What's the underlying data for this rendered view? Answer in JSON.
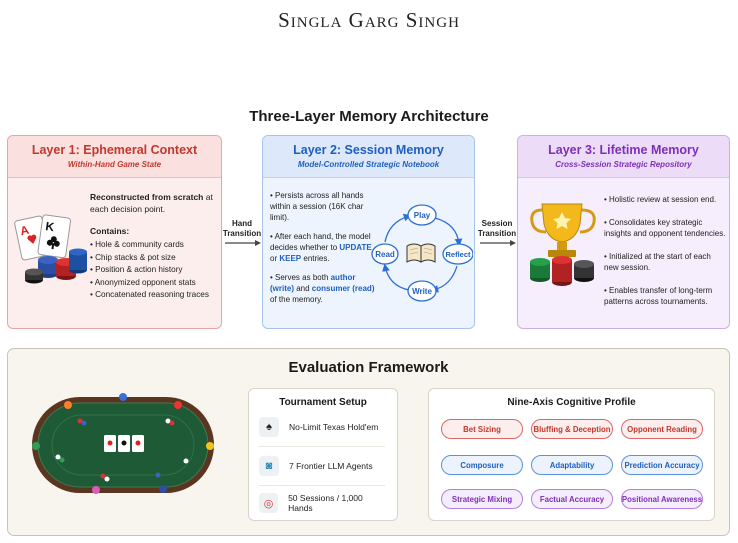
{
  "header": {
    "authors": "Singla Garg Singh"
  },
  "title": "Three-Layer Memory Architecture",
  "layer1": {
    "title": "Layer 1: Ephemeral Context",
    "subtitle": "Within-Hand Game State",
    "intro_bold": "Reconstructed from scratch",
    "intro_rest": " at each decision point.",
    "contains_label": "Contains:",
    "items": [
      "• Hole & community cards",
      "• Chip stacks & pot size",
      "• Position & action history",
      "• Anonymized opponent stats",
      "• Concatenated reasoning traces"
    ],
    "card_left_rank": "A",
    "card_right_rank": "K"
  },
  "transition1": {
    "line1": "Hand",
    "line2": "Transition"
  },
  "layer2": {
    "title": "Layer 2: Session Memory",
    "subtitle": "Model-Controlled Strategic Notebook",
    "p1": "• Persists across all hands within a session (16K char limit).",
    "p2_a": "• After each hand, the model decides whether to ",
    "p2_update": "UPDATE",
    "p2_b": " or ",
    "p2_keep": "KEEP",
    "p2_c": " entries.",
    "p3_a": "• Serves as both ",
    "p3_author": "author (write)",
    "p3_b": " and ",
    "p3_consumer": "consumer (read)",
    "p3_c": " of the memory.",
    "cycle": {
      "play": "Play",
      "reflect": "Reflect",
      "write": "Write",
      "read": "Read"
    }
  },
  "transition2": {
    "line1": "Session",
    "line2": "Transition"
  },
  "layer3": {
    "title": "Layer 3: Lifetime Memory",
    "subtitle": "Cross-Session Strategic Repository",
    "items": [
      "• Holistic review at session end.",
      "• Consolidates key strategic insights and opponent tendencies.",
      "• Initialized at the start of each new session.",
      "• Enables transfer of long-term patterns across tournaments."
    ]
  },
  "evaluation": {
    "title": "Evaluation Framework",
    "tournament": {
      "title": "Tournament Setup",
      "rows": [
        {
          "icon": "spade-icon",
          "text": "No-Limit Texas Hold'em"
        },
        {
          "icon": "robot-icon",
          "text": "7 Frontier LLM Agents"
        },
        {
          "icon": "target-icon",
          "text": "50 Sessions / 1,000 Hands"
        }
      ]
    },
    "profile": {
      "title": "Nine-Axis Cognitive Profile",
      "axes": [
        {
          "label": "Bet Sizing",
          "group": "red"
        },
        {
          "label": "Bluffing & Deception",
          "group": "red"
        },
        {
          "label": "Opponent Reading",
          "group": "red"
        },
        {
          "label": "Composure",
          "group": "blue"
        },
        {
          "label": "Adaptability",
          "group": "blue"
        },
        {
          "label": "Prediction Accuracy",
          "group": "blue"
        },
        {
          "label": "Strategic Mixing",
          "group": "purple"
        },
        {
          "label": "Factual Accuracy",
          "group": "purple"
        },
        {
          "label": "Positional Awareness",
          "group": "purple"
        }
      ]
    }
  },
  "colors": {
    "layer1": "#c0392b",
    "layer2": "#1f5fbf",
    "layer3": "#7d2fb8",
    "table_felt": "#1f5a36",
    "table_rail": "#5a3621"
  }
}
